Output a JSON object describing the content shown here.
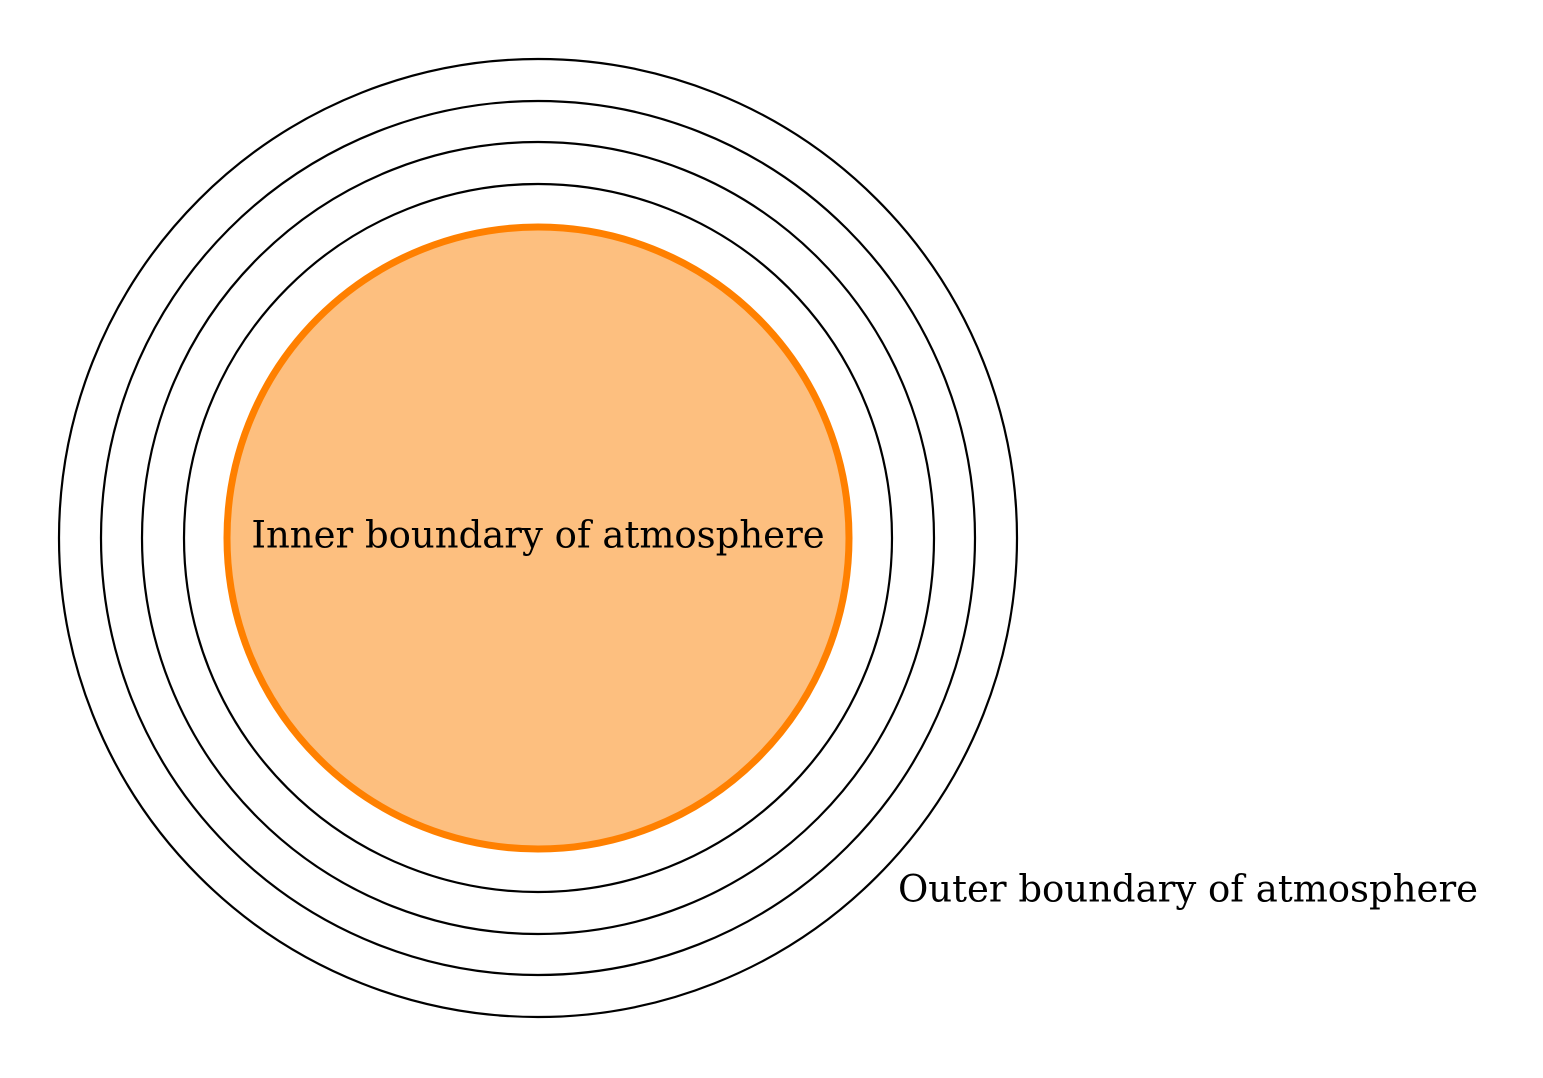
{
  "diagram": {
    "inner_label": "Inner boundary of atmosphere",
    "outer_label": "Outer boundary of atmosphere",
    "core_fill_color": "#fdbf7f",
    "core_stroke_color": "#ff8000",
    "ring_stroke_color": "#000000",
    "ring_count": 4
  }
}
